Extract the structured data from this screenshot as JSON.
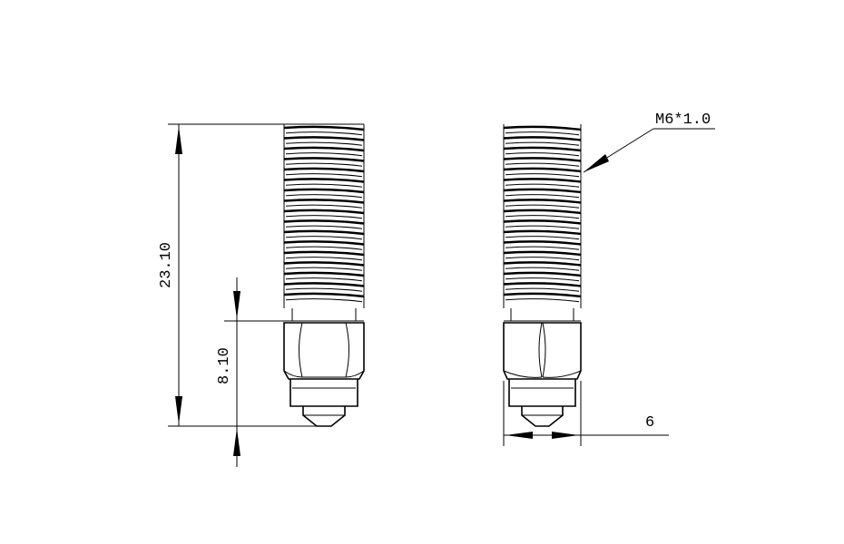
{
  "drawing": {
    "label_overall_length": "23.10",
    "label_hex_length": "8.10",
    "label_hex_width": "6",
    "label_thread": "M6*1.0",
    "line_color": "#000000",
    "background_color": "#ffffff"
  }
}
